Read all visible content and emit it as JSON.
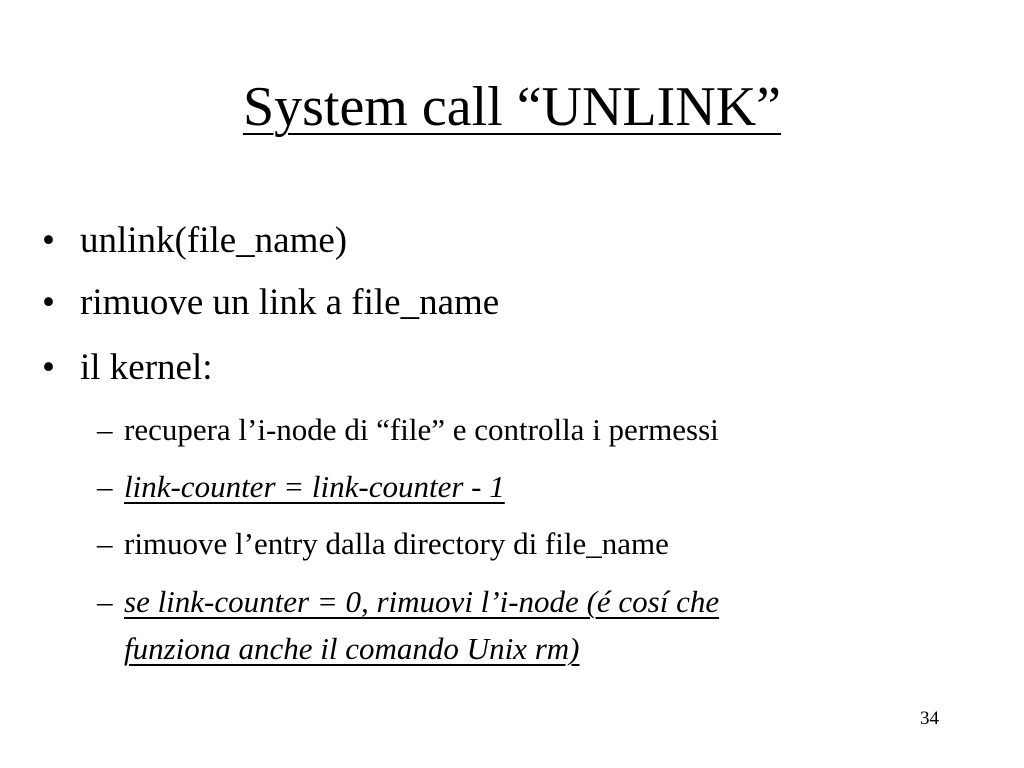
{
  "slide": {
    "title": "System call “UNLINK”",
    "bullets": [
      {
        "marker": "•",
        "text": "unlink(file_name)"
      },
      {
        "marker": "•",
        "text": "rimuove un link a file_name"
      },
      {
        "marker": "•",
        "text": "il kernel:"
      }
    ],
    "sub_bullets": [
      {
        "marker": "–",
        "text": "recupera l’i-node di “file” e controlla i permessi"
      },
      {
        "marker": "–",
        "text": "link-counter = link-counter - 1"
      },
      {
        "marker": "–",
        "text": "rimuove l’entry dalla directory di file_name"
      },
      {
        "marker": "–",
        "line1": "se link-counter = 0, rimuovi l’i-node (é cosí che",
        "line2": "funziona anche il comando Unix rm)"
      }
    ],
    "page_number": "34"
  }
}
